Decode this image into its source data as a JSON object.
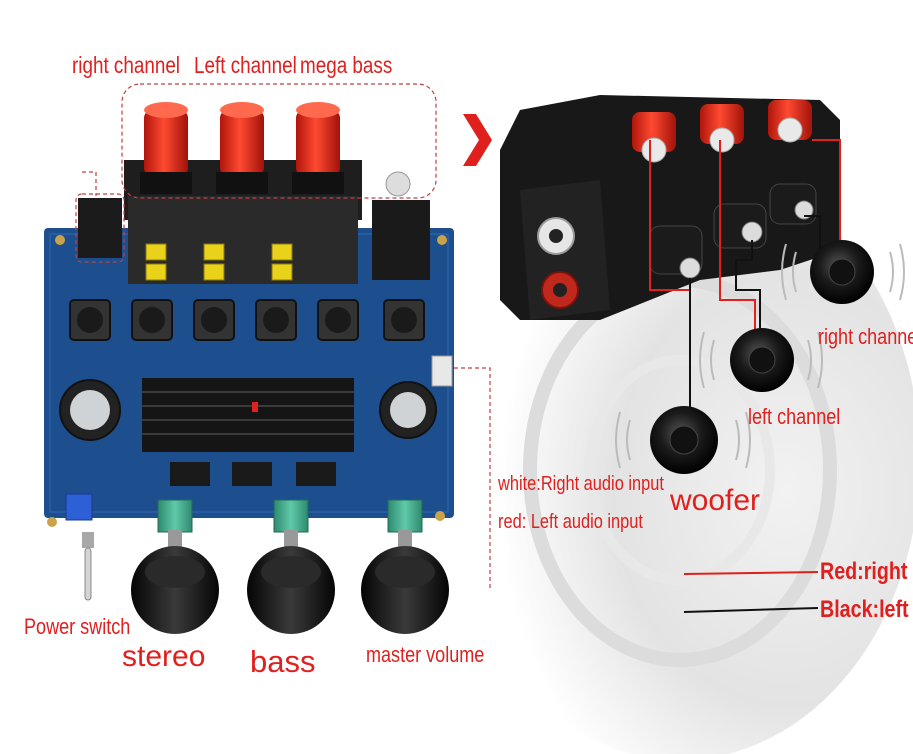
{
  "labels": {
    "top_right_channel": "right channel",
    "top_left_channel": "Left channel",
    "top_mega_bass": "mega bass",
    "power_switch": "Power switch",
    "stereo": "stereo",
    "bass": "bass",
    "master_volume": "master volume",
    "white_input": "white:Right audio input",
    "red_input": "red: Left audio input",
    "woofer": "woofer",
    "left_channel": "left channel",
    "right_channel": "right channel",
    "legend_red": "Red:right",
    "legend_black": "Black:left"
  },
  "colors": {
    "label_red": "#e0201e",
    "pcb_blue": "#1d4f8f",
    "heatsink": "#1a1a1a",
    "terminal_red": "#e02a1c",
    "knob": "#111111",
    "pot_green": "#3fa88a"
  }
}
